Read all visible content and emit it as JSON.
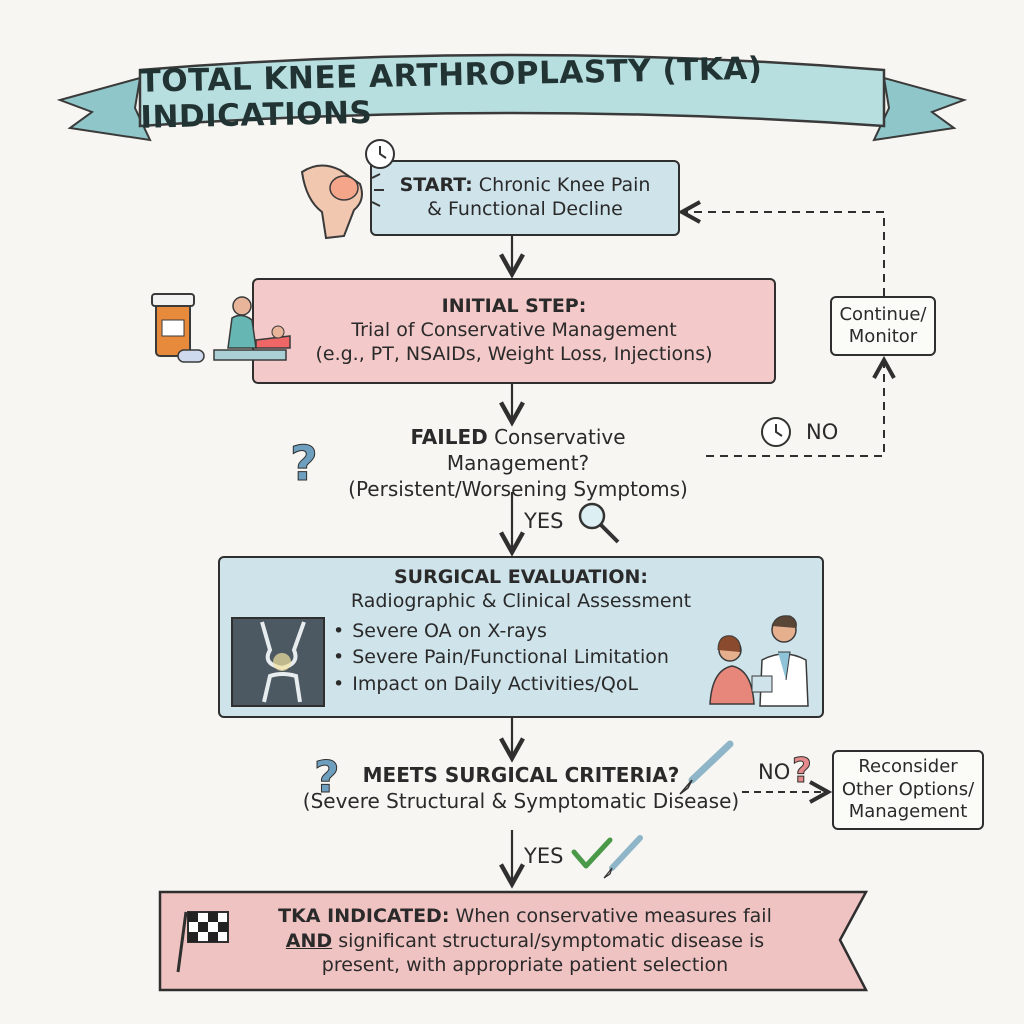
{
  "title": "TOTAL KNEE ARTHROPLASTY (TKA) INDICATIONS",
  "start": {
    "bold": "START:",
    "text1": "Chronic Knee Pain",
    "text2": "& Functional Decline"
  },
  "initial": {
    "heading": "INITIAL STEP:",
    "line1": "Trial of Conservative Management",
    "line2": "(e.g., PT, NSAIDs, Weight Loss, Injections)"
  },
  "decision1": {
    "bold": "FAILED",
    "rest": "Conservative Management?",
    "line2": "(Persistent/Worsening Symptoms)",
    "yes": "YES",
    "no": "NO"
  },
  "monitor": {
    "line1": "Continue/",
    "line2": "Monitor"
  },
  "evaluation": {
    "heading": "SURGICAL EVALUATION:",
    "subheading": "Radiographic & Clinical Assessment",
    "bullets": [
      "Severe OA on X-rays",
      "Severe Pain/Functional Limitation",
      "Impact on Daily Activities/QoL"
    ]
  },
  "decision2": {
    "bold": "MEETS SURGICAL CRITERIA?",
    "line2": "(Severe Structural & Symptomatic Disease)",
    "yes": "YES",
    "no": "NO"
  },
  "reconsider": {
    "line1": "Reconsider",
    "line2": "Other Options/",
    "line3": "Management"
  },
  "outcome": {
    "bold": "TKA INDICATED:",
    "rest1": "When conservative measures fail",
    "and": "AND",
    "rest2": "significant structural/symptomatic disease is",
    "line3": "present, with appropriate patient selection"
  },
  "icons": [
    "knee-icon",
    "clock-icon",
    "pill-bottle-icon",
    "physical-therapy-icon",
    "question-mark-icon",
    "magnifier-icon",
    "xray-icon",
    "doctor-patient-icon",
    "scalpel-icon",
    "checkmark-icon",
    "checkered-flag-icon"
  ],
  "colors": {
    "blue": "#cfe3ea",
    "pink": "#f3c9c9",
    "ribbon": "#a9d6d8",
    "check": "#4a9a4a",
    "question": "#6f9fbf"
  }
}
